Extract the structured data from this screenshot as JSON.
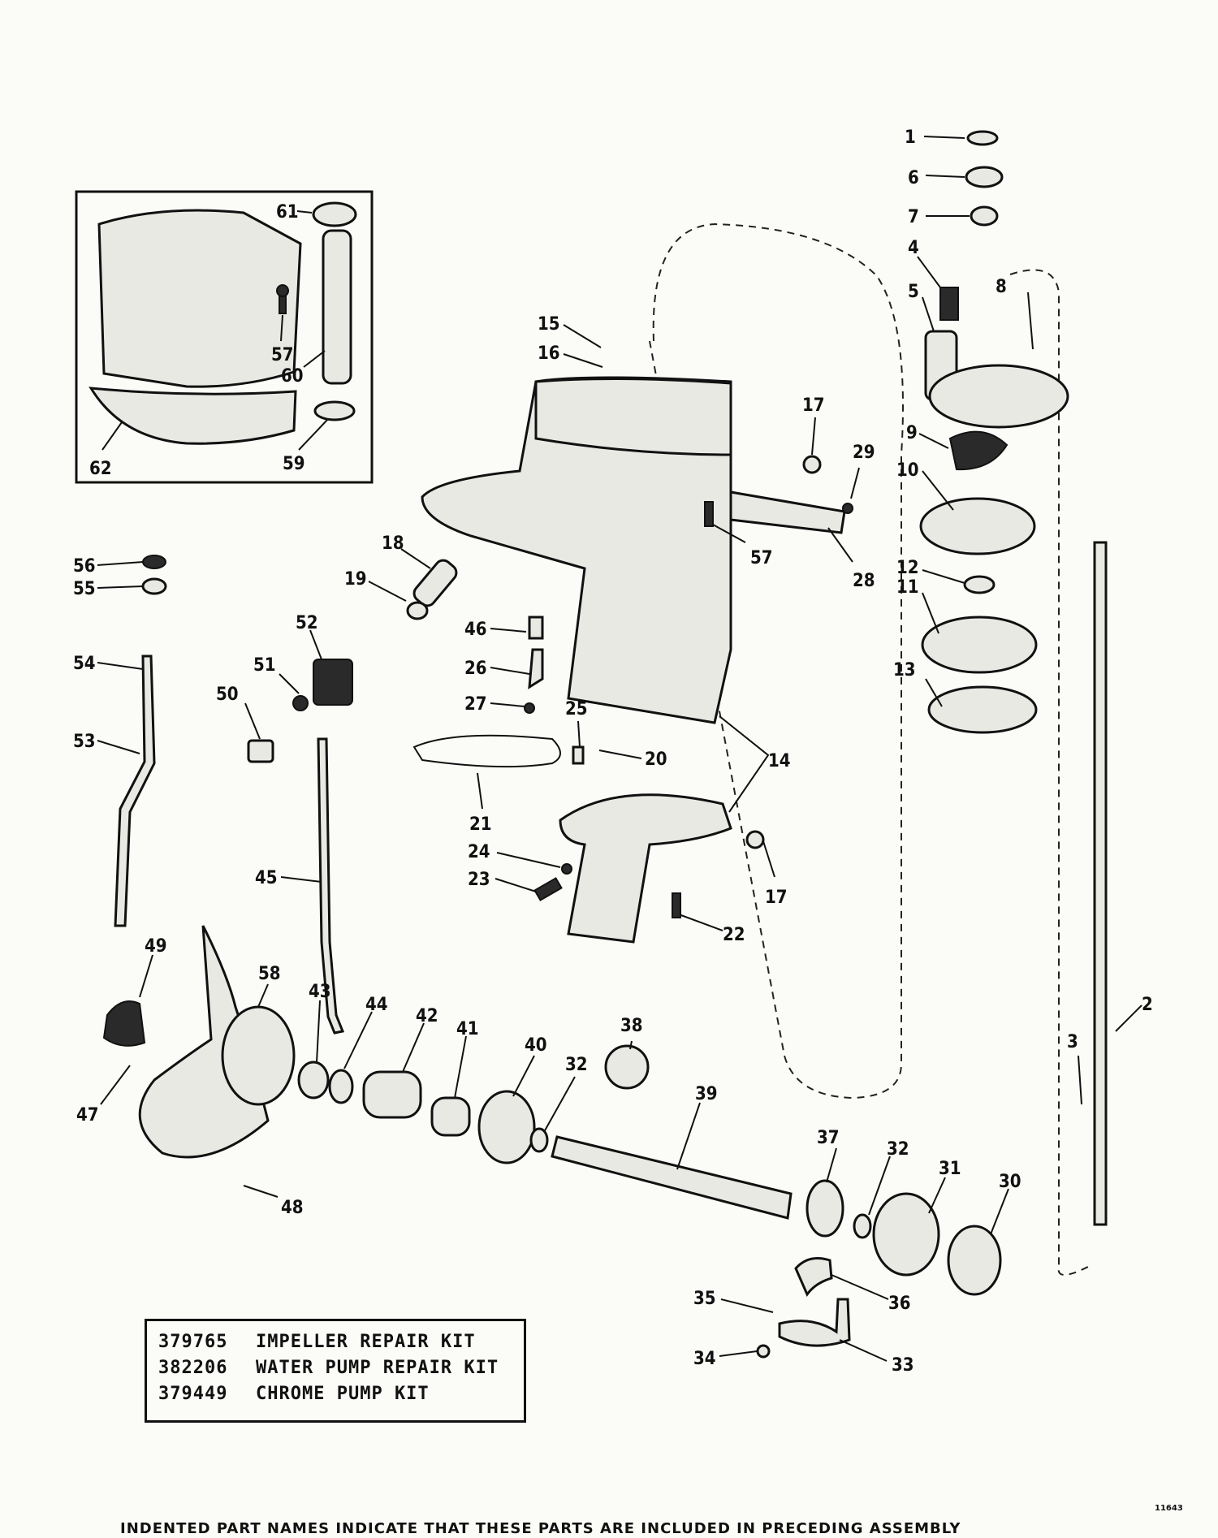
{
  "callouts": [
    "1",
    "2",
    "3",
    "4",
    "5",
    "6",
    "7",
    "8",
    "9",
    "10",
    "11",
    "12",
    "13",
    "14",
    "15",
    "16",
    "17",
    "17",
    "18",
    "19",
    "20",
    "21",
    "22",
    "23",
    "24",
    "25",
    "26",
    "27",
    "28",
    "29",
    "30",
    "31",
    "32",
    "32",
    "33",
    "34",
    "35",
    "36",
    "37",
    "38",
    "39",
    "40",
    "41",
    "42",
    "43",
    "44",
    "45",
    "46",
    "47",
    "48",
    "49",
    "50",
    "51",
    "52",
    "53",
    "54",
    "55",
    "56",
    "57",
    "57",
    "58",
    "59",
    "60",
    "61",
    "62"
  ],
  "kits": [
    {
      "number": "379765",
      "name": "IMPELLER REPAIR KIT"
    },
    {
      "number": "382206",
      "name": "WATER PUMP REPAIR KIT"
    },
    {
      "number": "379449",
      "name": "CHROME PUMP KIT"
    }
  ],
  "footnote": "INDENTED PART NAMES INDICATE THAT THESE PARTS ARE INCLUDED IN PRECEDING ASSEMBLY",
  "drawing_number": "11643"
}
